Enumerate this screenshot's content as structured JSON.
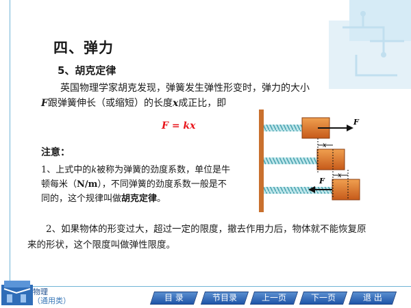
{
  "heading": "四、弹力",
  "subheading": "5、胡克定律",
  "intro": {
    "part1": "英国物理学家胡克发现，弹簧发生弹性形变时，弹力的大小",
    "F": "F",
    "part2": "跟弹簧伸长（或缩短）的长度",
    "x": "x",
    "part3": "成正比，即"
  },
  "formula": "F = kx",
  "note_title": "注意：",
  "note": {
    "part1": "1、上式中的",
    "k": "k",
    "part2": "被称为弹簧的劲度系数，单位是牛顿每米（",
    "unit": "N/m",
    "part3": "），不同弹簧的劲度系数一般是不同的，这个规律叫做",
    "law": "胡克定律",
    "part4": "。"
  },
  "para2": "2、如果物体的形变过大，超过一定的限度，撤去作用力后，物体就不能恢复原来的形状，这个限度叫做弹性限度。",
  "figure": {
    "f_top": "F",
    "f_bottom": "F",
    "x1": "x",
    "x2": "x"
  },
  "logo": {
    "line1": "物理",
    "line2": "（通用类）"
  },
  "nav": [
    "目 录",
    "节目录",
    "上一页",
    "下一页",
    "退 出"
  ],
  "colors": {
    "accent": "#e8141a",
    "nav": "#1f55a8",
    "wood": "#d9782b"
  }
}
